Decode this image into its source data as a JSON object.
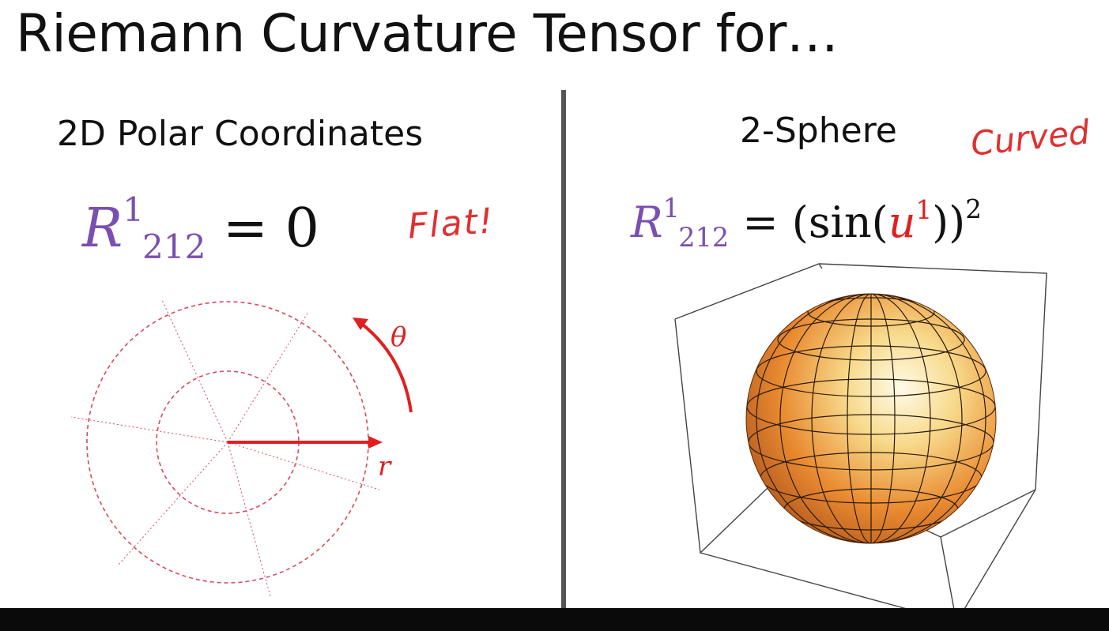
{
  "slide": {
    "title": "Riemann Curvature Tensor for…"
  },
  "left": {
    "heading": "2D Polar Coordinates",
    "equation": {
      "symbol": "R",
      "superscript": "1",
      "subscript": "212",
      "equals": "=",
      "value": "0"
    },
    "note": "Flat!",
    "diagram": {
      "angle_label": "θ",
      "radius_label": "r"
    }
  },
  "right": {
    "heading": "2-Sphere",
    "note": "Curved",
    "equation": {
      "symbol": "R",
      "superscript": "1",
      "subscript": "212",
      "equals": "=",
      "rhs_open": "(sin(",
      "variable": "u",
      "variable_sup": "1",
      "rhs_close": "))",
      "power": "2"
    }
  },
  "colors": {
    "purple": "#7a4fb0",
    "red": "#e02020",
    "grid_red": "#d84a5a"
  }
}
